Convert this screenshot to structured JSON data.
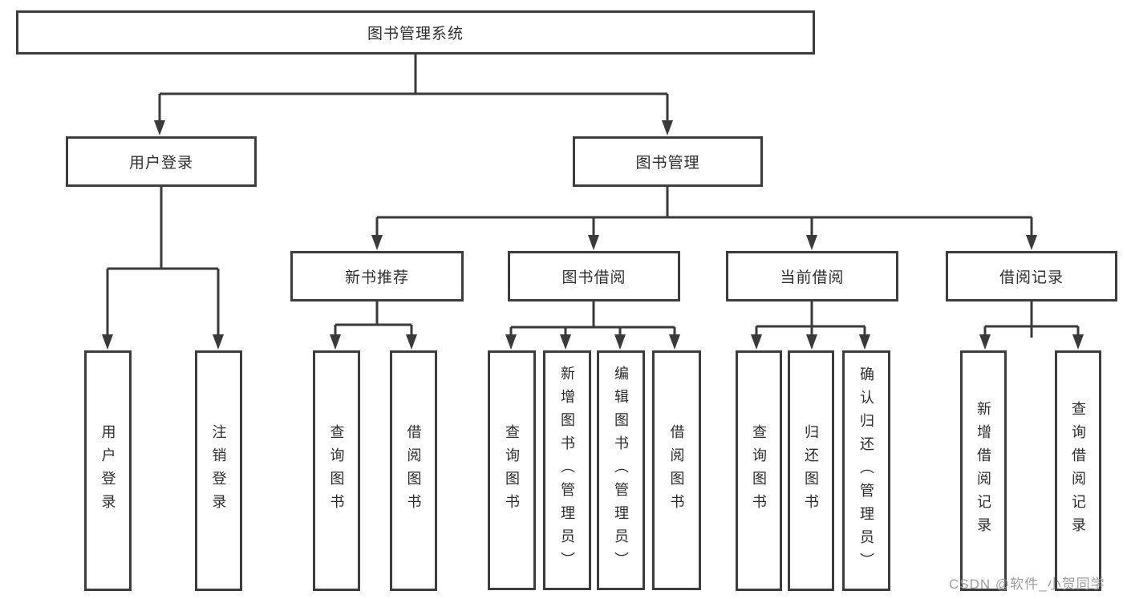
{
  "root": {
    "label": "图书管理系统"
  },
  "branches": [
    {
      "label": "用户登录",
      "children": [
        {
          "label": "用户登录"
        },
        {
          "label": "注销登录"
        }
      ]
    },
    {
      "label": "图书管理",
      "children": [
        {
          "label": "新书推荐",
          "children": [
            {
              "label": "查询图书"
            },
            {
              "label": "借阅图书"
            }
          ]
        },
        {
          "label": "图书借阅",
          "children": [
            {
              "label": "查询图书"
            },
            {
              "label": "新增图书（管理员）"
            },
            {
              "label": "编辑图书（管理员）"
            },
            {
              "label": "借阅图书"
            }
          ]
        },
        {
          "label": "当前借阅",
          "children": [
            {
              "label": "查询图书"
            },
            {
              "label": "归还图书"
            },
            {
              "label": "确认归还（管理员）"
            }
          ]
        },
        {
          "label": "借阅记录",
          "children": [
            {
              "label": "新增借阅记录"
            },
            {
              "label": "查询借阅记录"
            }
          ]
        }
      ]
    }
  ],
  "watermark": {
    "text": "CSDN @软件_小贺同学"
  },
  "colors": {
    "line": "#3a3a3a",
    "border": "#3d3d3d",
    "text": "#2d2d2d",
    "watermark": "#969696",
    "background": "#ffffff"
  }
}
